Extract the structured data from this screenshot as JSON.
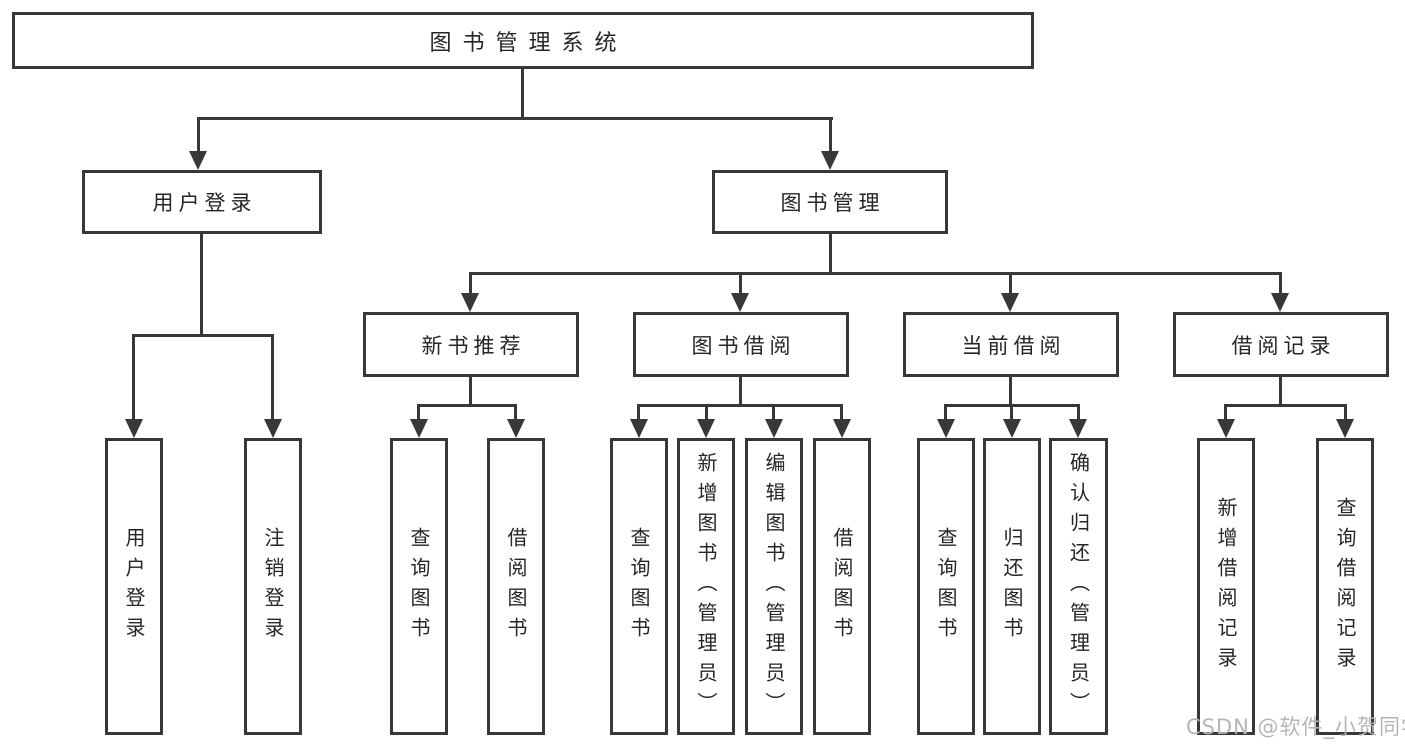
{
  "diagram": {
    "root": {
      "label": "图书管理系统"
    },
    "level2": [
      {
        "label": "用户登录"
      },
      {
        "label": "图书管理"
      }
    ],
    "level3": [
      {
        "label": "新书推荐"
      },
      {
        "label": "图书借阅"
      },
      {
        "label": "当前借阅"
      },
      {
        "label": "借阅记录"
      }
    ],
    "leaves": {
      "login": [
        {
          "label": "用户登录"
        },
        {
          "label": "注销登录"
        }
      ],
      "recommend": [
        {
          "label": "查询图书"
        },
        {
          "label": "借阅图书"
        }
      ],
      "borrow": [
        {
          "label": "查询图书"
        },
        {
          "label": "新增图书（管理员）"
        },
        {
          "label": "编辑图书（管理员）"
        },
        {
          "label": "借阅图书"
        }
      ],
      "current": [
        {
          "label": "查询图书"
        },
        {
          "label": "归还图书"
        },
        {
          "label": "确认归还（管理员）"
        }
      ],
      "records": [
        {
          "label": "新增借阅记录"
        },
        {
          "label": "查询借阅记录"
        }
      ]
    },
    "watermark": "CSDN @软件_小贺同学",
    "colors": {
      "line": "#383838",
      "box_background": "#ffffff",
      "text": "#262626",
      "watermark": "#b5b5b5"
    }
  }
}
